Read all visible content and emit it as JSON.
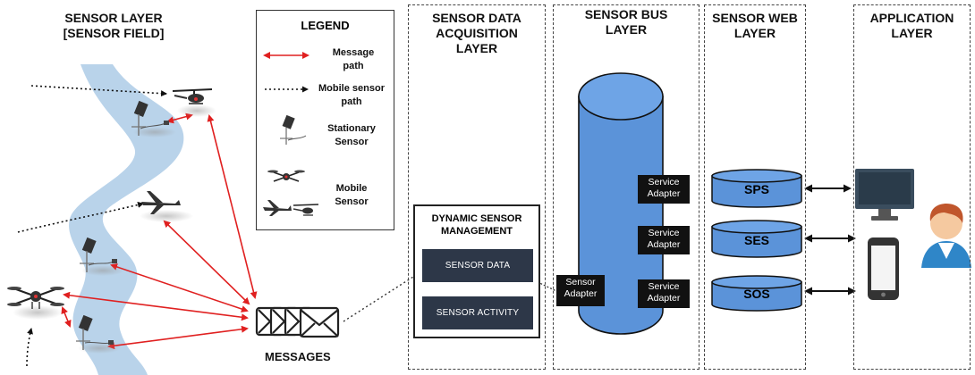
{
  "layers": {
    "sensor_layer": "SENSOR LAYER",
    "sensor_field": "[SENSOR FIELD]",
    "acquisition": [
      "SENSOR DATA",
      "ACQUISITION",
      "LAYER"
    ],
    "bus": [
      "SENSOR BUS",
      "LAYER"
    ],
    "web": [
      "SENSOR WEB",
      "LAYER"
    ],
    "application": [
      "APPLICATION",
      "LAYER"
    ]
  },
  "legend": {
    "title": "LEGEND",
    "message_path": [
      "Message",
      "path"
    ],
    "mobile_path": [
      "Mobile sensor",
      "path"
    ],
    "stationary": [
      "Stationary",
      "Sensor"
    ],
    "mobile": [
      "Mobile",
      "Sensor"
    ]
  },
  "dsm": {
    "title": [
      "DYNAMIC SENSOR",
      "MANAGEMENT"
    ],
    "sensor_data": "SENSOR DATA",
    "sensor_activity": "SENSOR ACTIVITY"
  },
  "adapters": {
    "sensor": [
      "Sensor",
      "Adapter"
    ],
    "service": [
      "Service",
      "Adapter"
    ]
  },
  "services": [
    "SPS",
    "SES",
    "SOS"
  ],
  "messages_label": "MESSAGES",
  "colors": {
    "river": "#b9d3ea",
    "bus": "#5b93d9",
    "arrow": "#e02020",
    "dark_box": "#2d3748",
    "monitor": "#3a4d5e"
  },
  "icons": [
    "helicopter-drone-icon",
    "stationary-sensor-icon",
    "fixed-wing-drone-icon",
    "quadcopter-icon",
    "envelope-icon",
    "monitor-icon",
    "smartphone-icon",
    "user-avatar-icon"
  ]
}
